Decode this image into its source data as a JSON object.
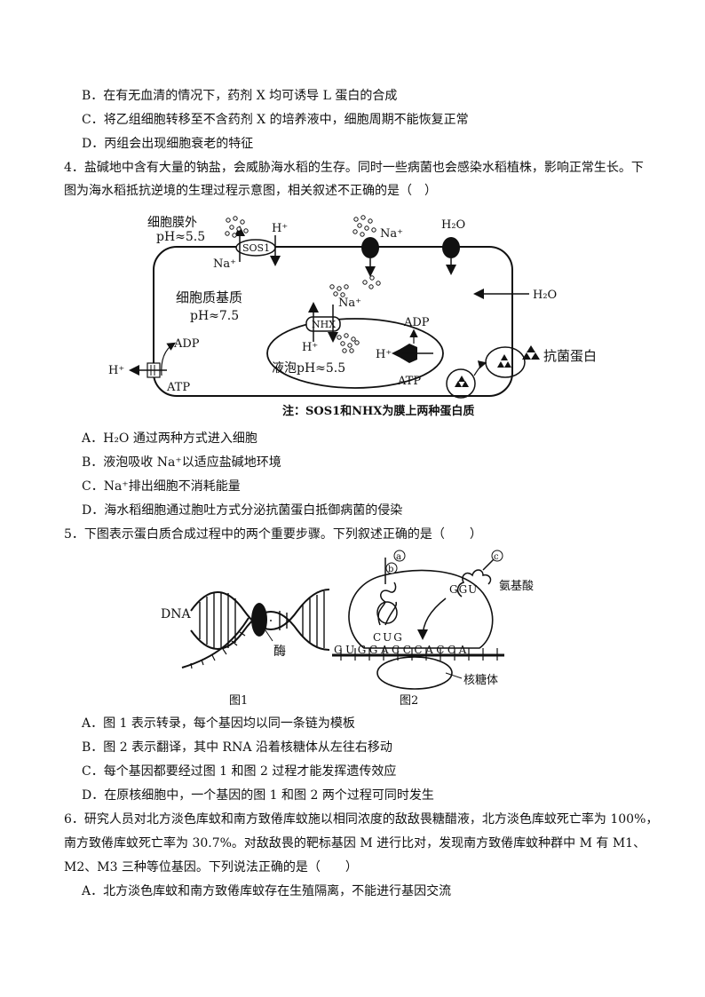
{
  "q3": {
    "options": [
      "B．在有无血清的情况下，药剂 X 均可诱导 L 蛋白的合成",
      "C．将乙组细胞转移至不含药剂 X 的培养液中，细胞周期不能恢复正常",
      "D．丙组会出现细胞衰老的特征"
    ]
  },
  "q4": {
    "stem_line1": "4．盐碱地中含有大量的钠盐，会威胁海水稻的生存。同时一些病菌也会感染水稻植株，影响正常生长。下",
    "stem_line2": "图为海水稻抵抗逆境的生理过程示意图，相关叙述不正确的是（　）",
    "figure": {
      "outside_label": "细胞膜外",
      "outside_ph": "pH≈5.5",
      "cytoplasm_label": "细胞质基质",
      "cytoplasm_ph": "pH≈7.5",
      "vacuole_label": "液泡pH≈5.5",
      "sos1": "SOS1",
      "nhx": "NHX",
      "h_plus": "H⁺",
      "na_plus": "Na⁺",
      "water": "H₂O",
      "adp": "ADP",
      "atp": "ATP",
      "antibacterial": "抗菌蛋白",
      "note": "注：SOS1和NHX为膜上两种蛋白质"
    },
    "options": [
      "A．H₂O 通过两种方式进入细胞",
      "B．液泡吸收 Na⁺以适应盐碱地环境",
      "C．Na⁺排出细胞不消耗能量",
      "D．海水稻细胞通过胞吐方式分泌抗菌蛋白抵御病菌的侵染"
    ]
  },
  "q5": {
    "stem": "5．下图表示蛋白质合成过程中的两个重要步骤。下列叙述正确的是（　　）",
    "figure": {
      "dna": "DNA",
      "enzyme": "酶",
      "fig1": "图1",
      "fig2": "图2",
      "amino_acid": "氨基酸",
      "ribosome": "核糖体",
      "mrna": "GUGGACCCACCA",
      "anticodon": "CUG",
      "codon2": "GGU",
      "circle_a": "a",
      "circle_b": "b",
      "circle_c": "c"
    },
    "options": [
      "A．图 1 表示转录，每个基因均以同一条链为模板",
      "B．图 2 表示翻译，其中 RNA 沿着核糖体从左往右移动",
      "C．每个基因都要经过图 1 和图 2 过程才能发挥遗传效应",
      "D．在原核细胞中，一个基因的图 1 和图 2 两个过程可同时发生"
    ]
  },
  "q6": {
    "stem_line1": "6．研究人员对北方淡色库蚊和南方致倦库蚊施以相同浓度的敌敌畏糖醋液，北方淡色库蚊死亡率为 100%，",
    "stem_line2": "南方致倦库蚊死亡率为 30.7%。对敌敌畏的靶标基因 M 进行比对，发现南方致倦库蚊种群中 M 有 M1、",
    "stem_line3": "M2、M3 三种等位基因。下列说法正确的是（　　）",
    "options": [
      "A．北方淡色库蚊和南方致倦库蚊存在生殖隔离，不能进行基因交流"
    ]
  }
}
